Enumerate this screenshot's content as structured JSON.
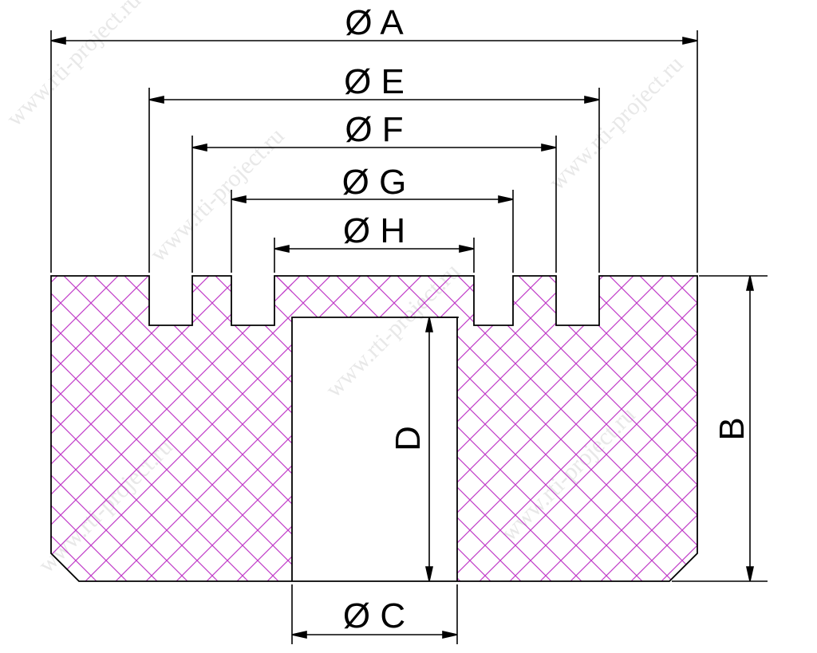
{
  "dimensions": {
    "A": "Ø A",
    "E": "Ø E",
    "F": "Ø F",
    "G": "Ø G",
    "H": "Ø H",
    "C": "Ø C",
    "D": "D",
    "B": "B"
  },
  "watermark": "www.rti-project.ru",
  "colors": {
    "hatch": "#c03cc8",
    "line": "#000000",
    "watermark": "#e8e8e8"
  }
}
